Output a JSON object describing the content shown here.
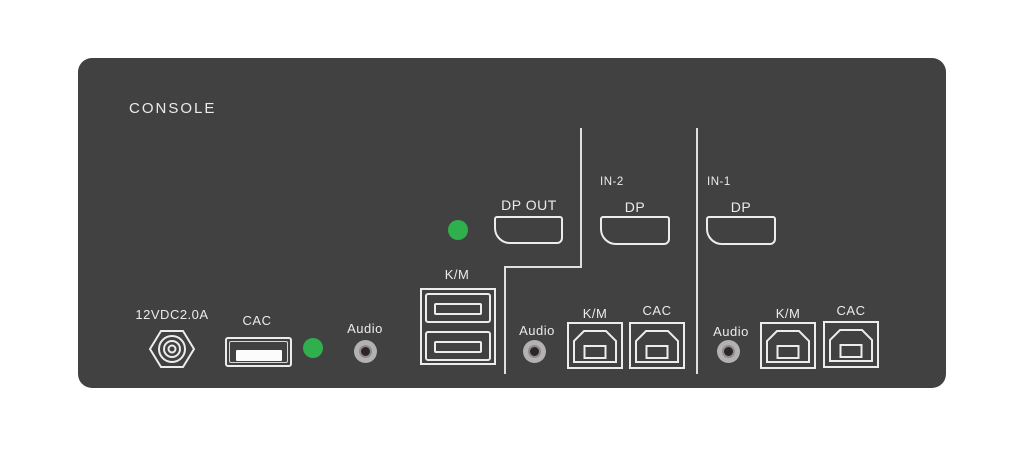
{
  "title": "CONSOLE",
  "colors": {
    "bg": "#ffffff",
    "panel-bg": "#414141",
    "outline": "#ececec",
    "text": "#ebebeb",
    "divider": "#e0e0e0",
    "led-green": "#2fb04d",
    "jack-outer": "#b2b2b2",
    "jack-mid": "#8b8b8b",
    "jack-center": "#2e2426",
    "tongue": "#fcfcfc"
  },
  "console": {
    "power_label": "12VDC2.0A",
    "cac_label": "CAC",
    "audio_label": "Audio",
    "km_label": "K/M",
    "dp_out_label": "DP OUT",
    "icons": {
      "power": "dc-power-jack",
      "cac": "usb-a-port",
      "led": "green-led",
      "audio": "audio-jack-3-5mm",
      "km": "dual-usb-a-port",
      "dp_out": "displayport-connector"
    }
  },
  "inputs": [
    {
      "id": "IN-2",
      "dp_label": "DP",
      "audio_label": "Audio",
      "km_label": "K/M",
      "cac_label": "CAC"
    },
    {
      "id": "IN-1",
      "dp_label": "DP",
      "audio_label": "Audio",
      "km_label": "K/M",
      "cac_label": "CAC"
    }
  ]
}
